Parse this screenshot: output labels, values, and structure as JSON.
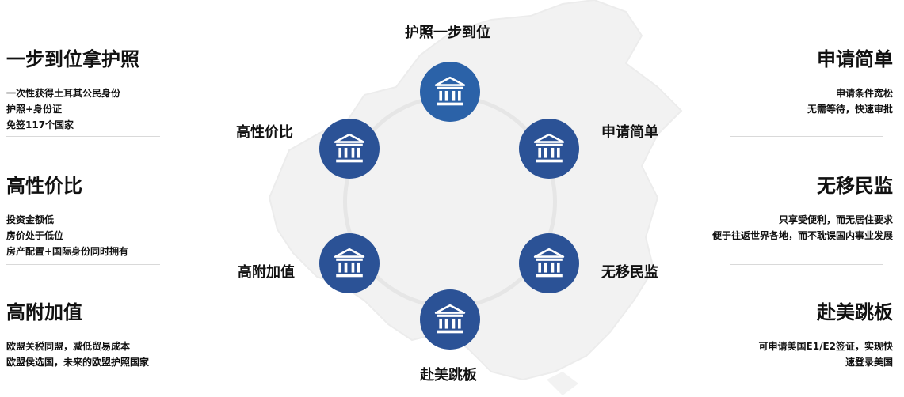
{
  "center": {
    "nodes": [
      {
        "label": "护照一步到位",
        "color": "#2b62a8"
      },
      {
        "label": "申请简单",
        "color": "#2b5296"
      },
      {
        "label": "无移民监",
        "color": "#2b5296"
      },
      {
        "label": "赴美跳板",
        "color": "#2b5296"
      },
      {
        "label": "高附加值",
        "color": "#2b5296"
      },
      {
        "label": "高性价比",
        "color": "#2b5296"
      }
    ],
    "icon": "bank-building-icon"
  },
  "left": [
    {
      "title": "一步到位拿护照",
      "lines": [
        "一次性获得土耳其公民身份",
        "护照+身份证",
        "免签117个国家"
      ]
    },
    {
      "title": "高性价比",
      "lines": [
        "投资金额低",
        "房价处于低位",
        "房产配置+国际身份同时拥有"
      ]
    },
    {
      "title": "高附加值",
      "lines": [
        "欧盟关税同盟，减低贸易成本",
        "欧盟侯选国，未来的欧盟护照国家"
      ]
    }
  ],
  "right": [
    {
      "title": "申请简单",
      "lines": [
        "申请条件宽松",
        "无需等待，快速审批"
      ]
    },
    {
      "title": "无移民监",
      "lines": [
        "只享受便利，而无居住要求",
        "便于往返世界各地，而不耽误国内事业发展"
      ]
    },
    {
      "title": "赴美跳板",
      "lines": [
        "可申请美国E1/E2签证，实现快",
        "速登录美国"
      ]
    }
  ]
}
